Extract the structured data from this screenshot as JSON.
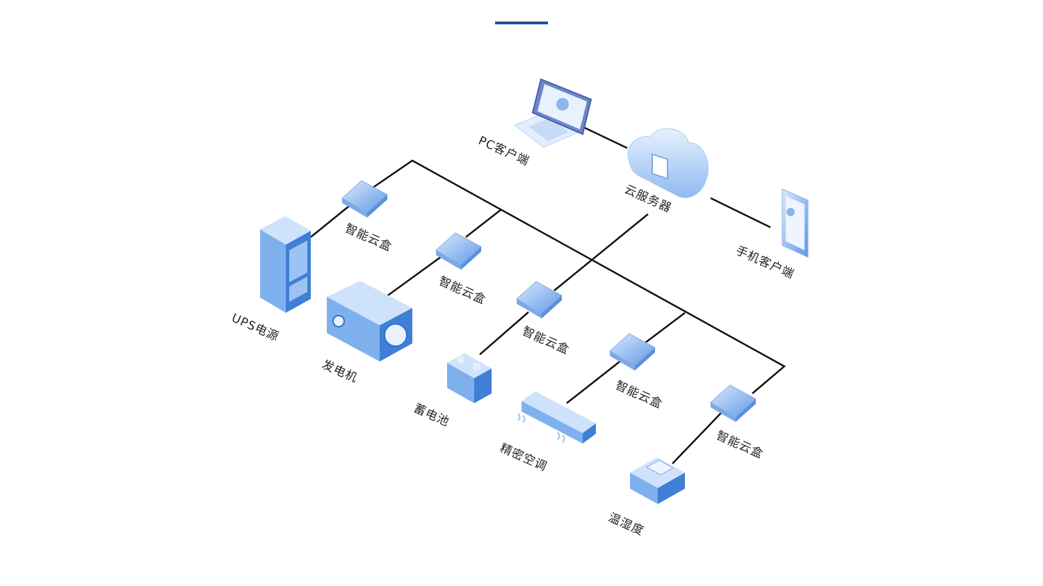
{
  "title": "",
  "labels": {
    "pc_client": "PC客户端",
    "cloud_server": "云服务器",
    "mobile_client": "手机客户端",
    "smart_box": "智能云盒",
    "ups": "UPS电源",
    "generator": "发电机",
    "battery": "蓄电池",
    "precision_ac": "精密空调",
    "temp_humidity": "温湿度"
  },
  "box_tag": "智能云盒",
  "colors": {
    "accent": "#1f4f9e",
    "device_light": "#cfe2fb",
    "device_mid": "#7fb0ee",
    "device_dark": "#3f7fd6",
    "line": "#111111"
  }
}
